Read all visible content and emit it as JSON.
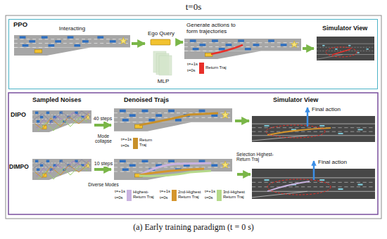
{
  "diagram": {
    "title": "t=0s",
    "caption": "(a) Early training paradigm (t = 0 s)",
    "nodes": [
      {
        "text": [
          "PPO"
        ]
      },
      {
        "text": [
          "Interacting"
        ],
        "in": 0
      },
      {
        "text": [
          "Ego Query"
        ],
        "in": 0
      },
      {
        "text": [
          "MLP"
        ],
        "in": 0
      },
      {
        "text": [
          "Generate actions to form trajectories"
        ],
        "in": 0
      },
      {
        "text": [
          "Simulator View"
        ],
        "in": 0
      },
      {
        "text": [
          "Sampled Noises"
        ]
      },
      {
        "text": [
          "Denoised Trajs"
        ]
      },
      {
        "text": [
          "Simulator View"
        ]
      }
    ],
    "edges": [
      {
        "from": 1,
        "to": 2,
        "arrow": "to"
      },
      {
        "from": 2,
        "to": 4,
        "arrow": "to"
      },
      {
        "from": 4,
        "to": 5,
        "arrow": "to"
      },
      {
        "from": 6,
        "to": 7,
        "label": "40 steps",
        "arrow": "to"
      },
      {
        "from": 7,
        "to": 8,
        "arrow": "to"
      }
    ],
    "labels": [
      "DIPO",
      "Mode collapse",
      "DIMPO",
      "10 steps",
      "Diverse Modes",
      "Final action",
      "Final action",
      "Selection Highest-Return Traj",
      "t=+1s",
      "t=0s",
      "t=+1s",
      "t=0s",
      "t=+1s",
      "t=0s",
      "t=+1s",
      "t=0s",
      "t=+1s",
      "t=0s"
    ],
    "legend": [
      {
        "text": "Return Traj",
        "color": "#e8302a"
      },
      {
        "text": "Return Traj",
        "color": "#c8902a"
      },
      {
        "text": "Highest-Return Traj",
        "color": "#c9b3e0"
      },
      {
        "text": "2nd-Highest Return Traj",
        "color": "#d4952c"
      },
      {
        "text": "3rd-Highest Return Traj",
        "color": "#b5d98a"
      }
    ]
  }
}
